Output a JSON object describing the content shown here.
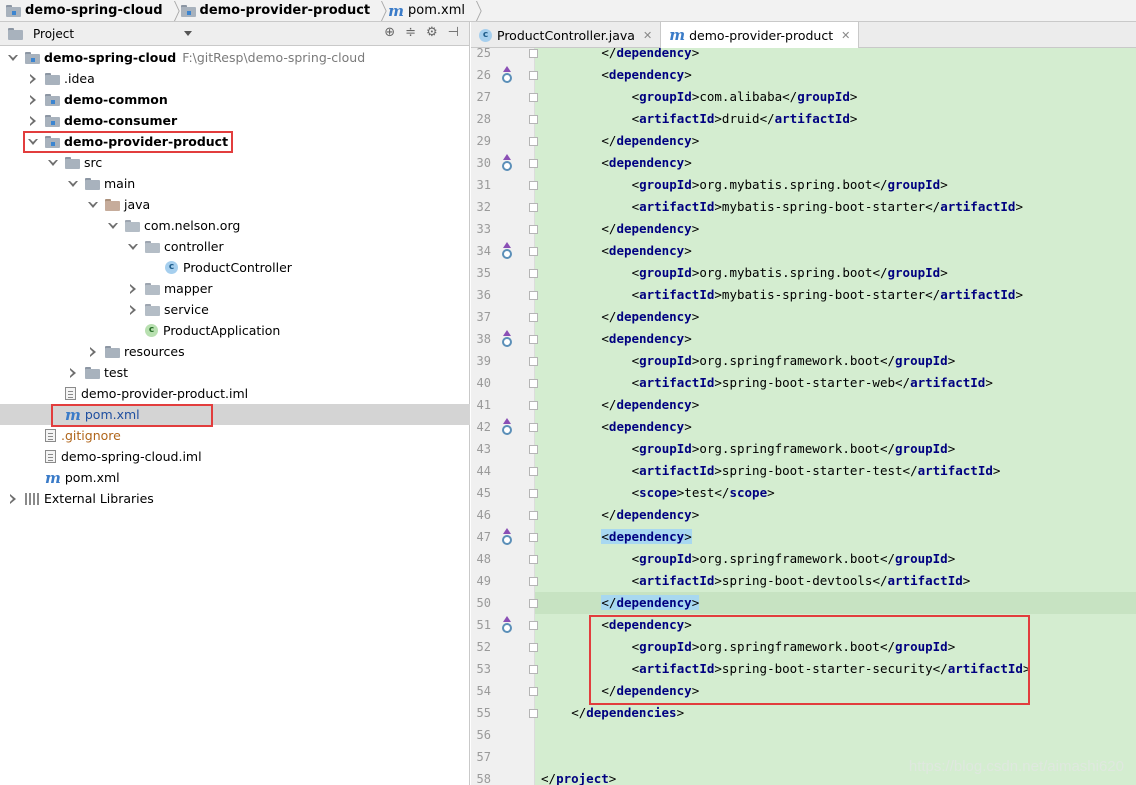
{
  "breadcrumb": [
    "demo-spring-cloud",
    "demo-provider-product",
    "pom.xml"
  ],
  "left_panel": {
    "title": "Project",
    "tools": [
      "⊕",
      "≑",
      "⚙",
      "⊣"
    ]
  },
  "tree": [
    {
      "depth": 0,
      "arrow": "down",
      "icon": "module-folder",
      "label": "demo-spring-cloud",
      "bold": true,
      "hint": "F:\\gitResp\\demo-spring-cloud"
    },
    {
      "depth": 1,
      "arrow": "right",
      "icon": "folder",
      "label": ".idea"
    },
    {
      "depth": 1,
      "arrow": "right",
      "icon": "module-folder",
      "label": "demo-common",
      "bold": true
    },
    {
      "depth": 1,
      "arrow": "right",
      "icon": "module-folder",
      "label": "demo-consumer",
      "bold": true
    },
    {
      "depth": 1,
      "arrow": "down",
      "icon": "module-folder",
      "label": "demo-provider-product",
      "bold": true
    },
    {
      "depth": 2,
      "arrow": "down",
      "icon": "folder",
      "label": "src"
    },
    {
      "depth": 3,
      "arrow": "down",
      "icon": "folder",
      "label": "main"
    },
    {
      "depth": 4,
      "arrow": "down",
      "icon": "source-folder",
      "label": "java"
    },
    {
      "depth": 5,
      "arrow": "down",
      "icon": "package",
      "label": "com.nelson.org"
    },
    {
      "depth": 6,
      "arrow": "down",
      "icon": "package",
      "label": "controller"
    },
    {
      "depth": 7,
      "arrow": "",
      "icon": "class",
      "label": "ProductController"
    },
    {
      "depth": 6,
      "arrow": "right",
      "icon": "package",
      "label": "mapper"
    },
    {
      "depth": 6,
      "arrow": "right",
      "icon": "package",
      "label": "service"
    },
    {
      "depth": 6,
      "arrow": "",
      "icon": "app-class",
      "label": "ProductApplication"
    },
    {
      "depth": 4,
      "arrow": "right",
      "icon": "resources-folder",
      "label": "resources"
    },
    {
      "depth": 3,
      "arrow": "right",
      "icon": "folder",
      "label": "test"
    },
    {
      "depth": 2,
      "arrow": "",
      "icon": "iml-file",
      "label": "demo-provider-product.iml"
    },
    {
      "depth": 2,
      "arrow": "",
      "icon": "maven",
      "label": "pom.xml",
      "selected": true,
      "pom": true
    },
    {
      "depth": 1,
      "arrow": "",
      "icon": "file",
      "label": ".gitignore",
      "git": true
    },
    {
      "depth": 1,
      "arrow": "",
      "icon": "iml-file",
      "label": "demo-spring-cloud.iml"
    },
    {
      "depth": 1,
      "arrow": "",
      "icon": "maven",
      "label": "pom.xml"
    },
    {
      "depth": 0,
      "arrow": "right",
      "icon": "libraries",
      "label": "External Libraries"
    }
  ],
  "tabs": [
    {
      "label": "ProductController.java",
      "icon": "class",
      "active": false
    },
    {
      "label": "demo-provider-product",
      "icon": "maven",
      "active": true
    }
  ],
  "code": [
    {
      "n": "25",
      "indent": 2,
      "parts": [
        [
          "br",
          "</"
        ],
        [
          "tg",
          "dependency"
        ],
        [
          "br",
          ">"
        ]
      ]
    },
    {
      "n": "26",
      "indent": 2,
      "impl": true,
      "parts": [
        [
          "br",
          "<"
        ],
        [
          "tg",
          "dependency"
        ],
        [
          "br",
          ">"
        ]
      ]
    },
    {
      "n": "27",
      "indent": 3,
      "parts": [
        [
          "br",
          "<"
        ],
        [
          "tg",
          "groupId"
        ],
        [
          "br",
          ">"
        ],
        [
          "tx",
          "com.alibaba"
        ],
        [
          "br",
          "</"
        ],
        [
          "tg",
          "groupId"
        ],
        [
          "br",
          ">"
        ]
      ]
    },
    {
      "n": "28",
      "indent": 3,
      "parts": [
        [
          "br",
          "<"
        ],
        [
          "tg",
          "artifactId"
        ],
        [
          "br",
          ">"
        ],
        [
          "tx",
          "druid"
        ],
        [
          "br",
          "</"
        ],
        [
          "tg",
          "artifactId"
        ],
        [
          "br",
          ">"
        ]
      ]
    },
    {
      "n": "29",
      "indent": 2,
      "parts": [
        [
          "br",
          "</"
        ],
        [
          "tg",
          "dependency"
        ],
        [
          "br",
          ">"
        ]
      ]
    },
    {
      "n": "30",
      "indent": 2,
      "impl": true,
      "parts": [
        [
          "br",
          "<"
        ],
        [
          "tg",
          "dependency"
        ],
        [
          "br",
          ">"
        ]
      ]
    },
    {
      "n": "31",
      "indent": 3,
      "parts": [
        [
          "br",
          "<"
        ],
        [
          "tg",
          "groupId"
        ],
        [
          "br",
          ">"
        ],
        [
          "tx",
          "org.mybatis.spring.boot"
        ],
        [
          "br",
          "</"
        ],
        [
          "tg",
          "groupId"
        ],
        [
          "br",
          ">"
        ]
      ]
    },
    {
      "n": "32",
      "indent": 3,
      "parts": [
        [
          "br",
          "<"
        ],
        [
          "tg",
          "artifactId"
        ],
        [
          "br",
          ">"
        ],
        [
          "tx",
          "mybatis-spring-boot-starter"
        ],
        [
          "br",
          "</"
        ],
        [
          "tg",
          "artifactId"
        ],
        [
          "br",
          ">"
        ]
      ]
    },
    {
      "n": "33",
      "indent": 2,
      "parts": [
        [
          "br",
          "</"
        ],
        [
          "tg",
          "dependency"
        ],
        [
          "br",
          ">"
        ]
      ]
    },
    {
      "n": "34",
      "indent": 2,
      "impl": true,
      "parts": [
        [
          "br",
          "<"
        ],
        [
          "tg",
          "dependency"
        ],
        [
          "br",
          ">"
        ]
      ]
    },
    {
      "n": "35",
      "indent": 3,
      "parts": [
        [
          "br",
          "<"
        ],
        [
          "tg",
          "groupId"
        ],
        [
          "br",
          ">"
        ],
        [
          "tx",
          "org.mybatis.spring.boot"
        ],
        [
          "br",
          "</"
        ],
        [
          "tg",
          "groupId"
        ],
        [
          "br",
          ">"
        ]
      ]
    },
    {
      "n": "36",
      "indent": 3,
      "parts": [
        [
          "br",
          "<"
        ],
        [
          "tg",
          "artifactId"
        ],
        [
          "br",
          ">"
        ],
        [
          "tx",
          "mybatis-spring-boot-starter"
        ],
        [
          "br",
          "</"
        ],
        [
          "tg",
          "artifactId"
        ],
        [
          "br",
          ">"
        ]
      ]
    },
    {
      "n": "37",
      "indent": 2,
      "parts": [
        [
          "br",
          "</"
        ],
        [
          "tg",
          "dependency"
        ],
        [
          "br",
          ">"
        ]
      ]
    },
    {
      "n": "38",
      "indent": 2,
      "impl": true,
      "parts": [
        [
          "br",
          "<"
        ],
        [
          "tg",
          "dependency"
        ],
        [
          "br",
          ">"
        ]
      ]
    },
    {
      "n": "39",
      "indent": 3,
      "parts": [
        [
          "br",
          "<"
        ],
        [
          "tg",
          "groupId"
        ],
        [
          "br",
          ">"
        ],
        [
          "tx",
          "org.springframework.boot"
        ],
        [
          "br",
          "</"
        ],
        [
          "tg",
          "groupId"
        ],
        [
          "br",
          ">"
        ]
      ]
    },
    {
      "n": "40",
      "indent": 3,
      "parts": [
        [
          "br",
          "<"
        ],
        [
          "tg",
          "artifactId"
        ],
        [
          "br",
          ">"
        ],
        [
          "tx",
          "spring-boot-starter-web"
        ],
        [
          "br",
          "</"
        ],
        [
          "tg",
          "artifactId"
        ],
        [
          "br",
          ">"
        ]
      ]
    },
    {
      "n": "41",
      "indent": 2,
      "parts": [
        [
          "br",
          "</"
        ],
        [
          "tg",
          "dependency"
        ],
        [
          "br",
          ">"
        ]
      ]
    },
    {
      "n": "42",
      "indent": 2,
      "impl": true,
      "parts": [
        [
          "br",
          "<"
        ],
        [
          "tg",
          "dependency"
        ],
        [
          "br",
          ">"
        ]
      ]
    },
    {
      "n": "43",
      "indent": 3,
      "parts": [
        [
          "br",
          "<"
        ],
        [
          "tg",
          "groupId"
        ],
        [
          "br",
          ">"
        ],
        [
          "tx",
          "org.springframework.boot"
        ],
        [
          "br",
          "</"
        ],
        [
          "tg",
          "groupId"
        ],
        [
          "br",
          ">"
        ]
      ]
    },
    {
      "n": "44",
      "indent": 3,
      "parts": [
        [
          "br",
          "<"
        ],
        [
          "tg",
          "artifactId"
        ],
        [
          "br",
          ">"
        ],
        [
          "tx",
          "spring-boot-starter-test"
        ],
        [
          "br",
          "</"
        ],
        [
          "tg",
          "artifactId"
        ],
        [
          "br",
          ">"
        ]
      ]
    },
    {
      "n": "45",
      "indent": 3,
      "parts": [
        [
          "br",
          "<"
        ],
        [
          "tg",
          "scope"
        ],
        [
          "br",
          ">"
        ],
        [
          "tx",
          "test"
        ],
        [
          "br",
          "</"
        ],
        [
          "tg",
          "scope"
        ],
        [
          "br",
          ">"
        ]
      ]
    },
    {
      "n": "46",
      "indent": 2,
      "parts": [
        [
          "br",
          "</"
        ],
        [
          "tg",
          "dependency"
        ],
        [
          "br",
          ">"
        ]
      ]
    },
    {
      "n": "47",
      "indent": 2,
      "impl": true,
      "brace": true,
      "parts": [
        [
          "br",
          "<"
        ],
        [
          "tg",
          "dependency"
        ],
        [
          "br",
          ">"
        ]
      ]
    },
    {
      "n": "48",
      "indent": 3,
      "parts": [
        [
          "br",
          "<"
        ],
        [
          "tg",
          "groupId"
        ],
        [
          "br",
          ">"
        ],
        [
          "tx",
          "org.springframework.boot"
        ],
        [
          "br",
          "</"
        ],
        [
          "tg",
          "groupId"
        ],
        [
          "br",
          ">"
        ]
      ]
    },
    {
      "n": "49",
      "indent": 3,
      "parts": [
        [
          "br",
          "<"
        ],
        [
          "tg",
          "artifactId"
        ],
        [
          "br",
          ">"
        ],
        [
          "tx",
          "spring-boot-devtools"
        ],
        [
          "br",
          "</"
        ],
        [
          "tg",
          "artifactId"
        ],
        [
          "br",
          ">"
        ]
      ]
    },
    {
      "n": "50",
      "indent": 2,
      "current": true,
      "brace": true,
      "parts": [
        [
          "br",
          "</"
        ],
        [
          "tg",
          "dependency"
        ],
        [
          "br",
          ">"
        ]
      ]
    },
    {
      "n": "51",
      "indent": 2,
      "impl": true,
      "parts": [
        [
          "br",
          "<"
        ],
        [
          "tg",
          "dependency"
        ],
        [
          "br",
          ">"
        ]
      ]
    },
    {
      "n": "52",
      "indent": 3,
      "parts": [
        [
          "br",
          "<"
        ],
        [
          "tg",
          "groupId"
        ],
        [
          "br",
          ">"
        ],
        [
          "tx",
          "org.springframework.boot"
        ],
        [
          "br",
          "</"
        ],
        [
          "tg",
          "groupId"
        ],
        [
          "br",
          ">"
        ]
      ]
    },
    {
      "n": "53",
      "indent": 3,
      "parts": [
        [
          "br",
          "<"
        ],
        [
          "tg",
          "artifactId"
        ],
        [
          "br",
          ">"
        ],
        [
          "tx",
          "spring-boot-starter-security"
        ],
        [
          "br",
          "</"
        ],
        [
          "tg",
          "artifactId"
        ],
        [
          "br",
          ">"
        ]
      ]
    },
    {
      "n": "54",
      "indent": 2,
      "parts": [
        [
          "br",
          "</"
        ],
        [
          "tg",
          "dependency"
        ],
        [
          "br",
          ">"
        ]
      ]
    },
    {
      "n": "55",
      "indent": 1,
      "parts": [
        [
          "br",
          "</"
        ],
        [
          "tg",
          "dependencies"
        ],
        [
          "br",
          ">"
        ]
      ]
    },
    {
      "n": "56",
      "indent": 0,
      "parts": []
    },
    {
      "n": "57",
      "indent": 0,
      "parts": []
    },
    {
      "n": "58",
      "indent": 0,
      "parts": [
        [
          "br",
          "</"
        ],
        [
          "tg",
          "project"
        ],
        [
          "br",
          ">"
        ]
      ]
    }
  ],
  "watermark": "https://blog.csdn.net/aimashi620"
}
